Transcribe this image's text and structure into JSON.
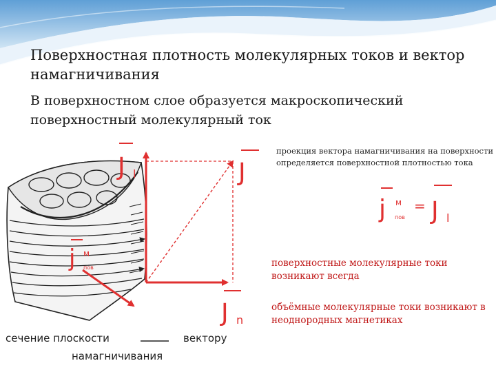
{
  "slide": {
    "title": "Поверхностная плотность молекулярных токов и вектор намагничивания",
    "subtitle": "В поверхностном слое образуется макроскопический поверхностный молекулярный ток",
    "note": "проекция вектора намагничивания  на поверхности определяется поверхностной плотностью тока",
    "fact1": "поверхностные молекулярные токи возникают всегда",
    "fact2": "объёмные молекулярные токи возникают в неоднородных магнетиках"
  },
  "diagram": {
    "vec_jl": "J",
    "vec_jl_sub": "l",
    "vec_j": "J",
    "vec_jn": "J",
    "vec_jn_sub": "n",
    "vec_jm": "j",
    "vec_jm_sup": "м",
    "vec_jm_sub": "пов",
    "formula_lhs": "j",
    "formula_lhs_sup": "м",
    "formula_lhs_sub": "пов",
    "formula_eq": "=",
    "formula_rhs": "J",
    "formula_rhs_sub": "l",
    "caption_line1_left": "сечение плоскости",
    "caption_line1_right": "вектору",
    "caption_line2": "намагничивания"
  },
  "colors": {
    "red": "#e03030",
    "note_red": "#c01818",
    "banner_blue": "#7fb4e0"
  }
}
